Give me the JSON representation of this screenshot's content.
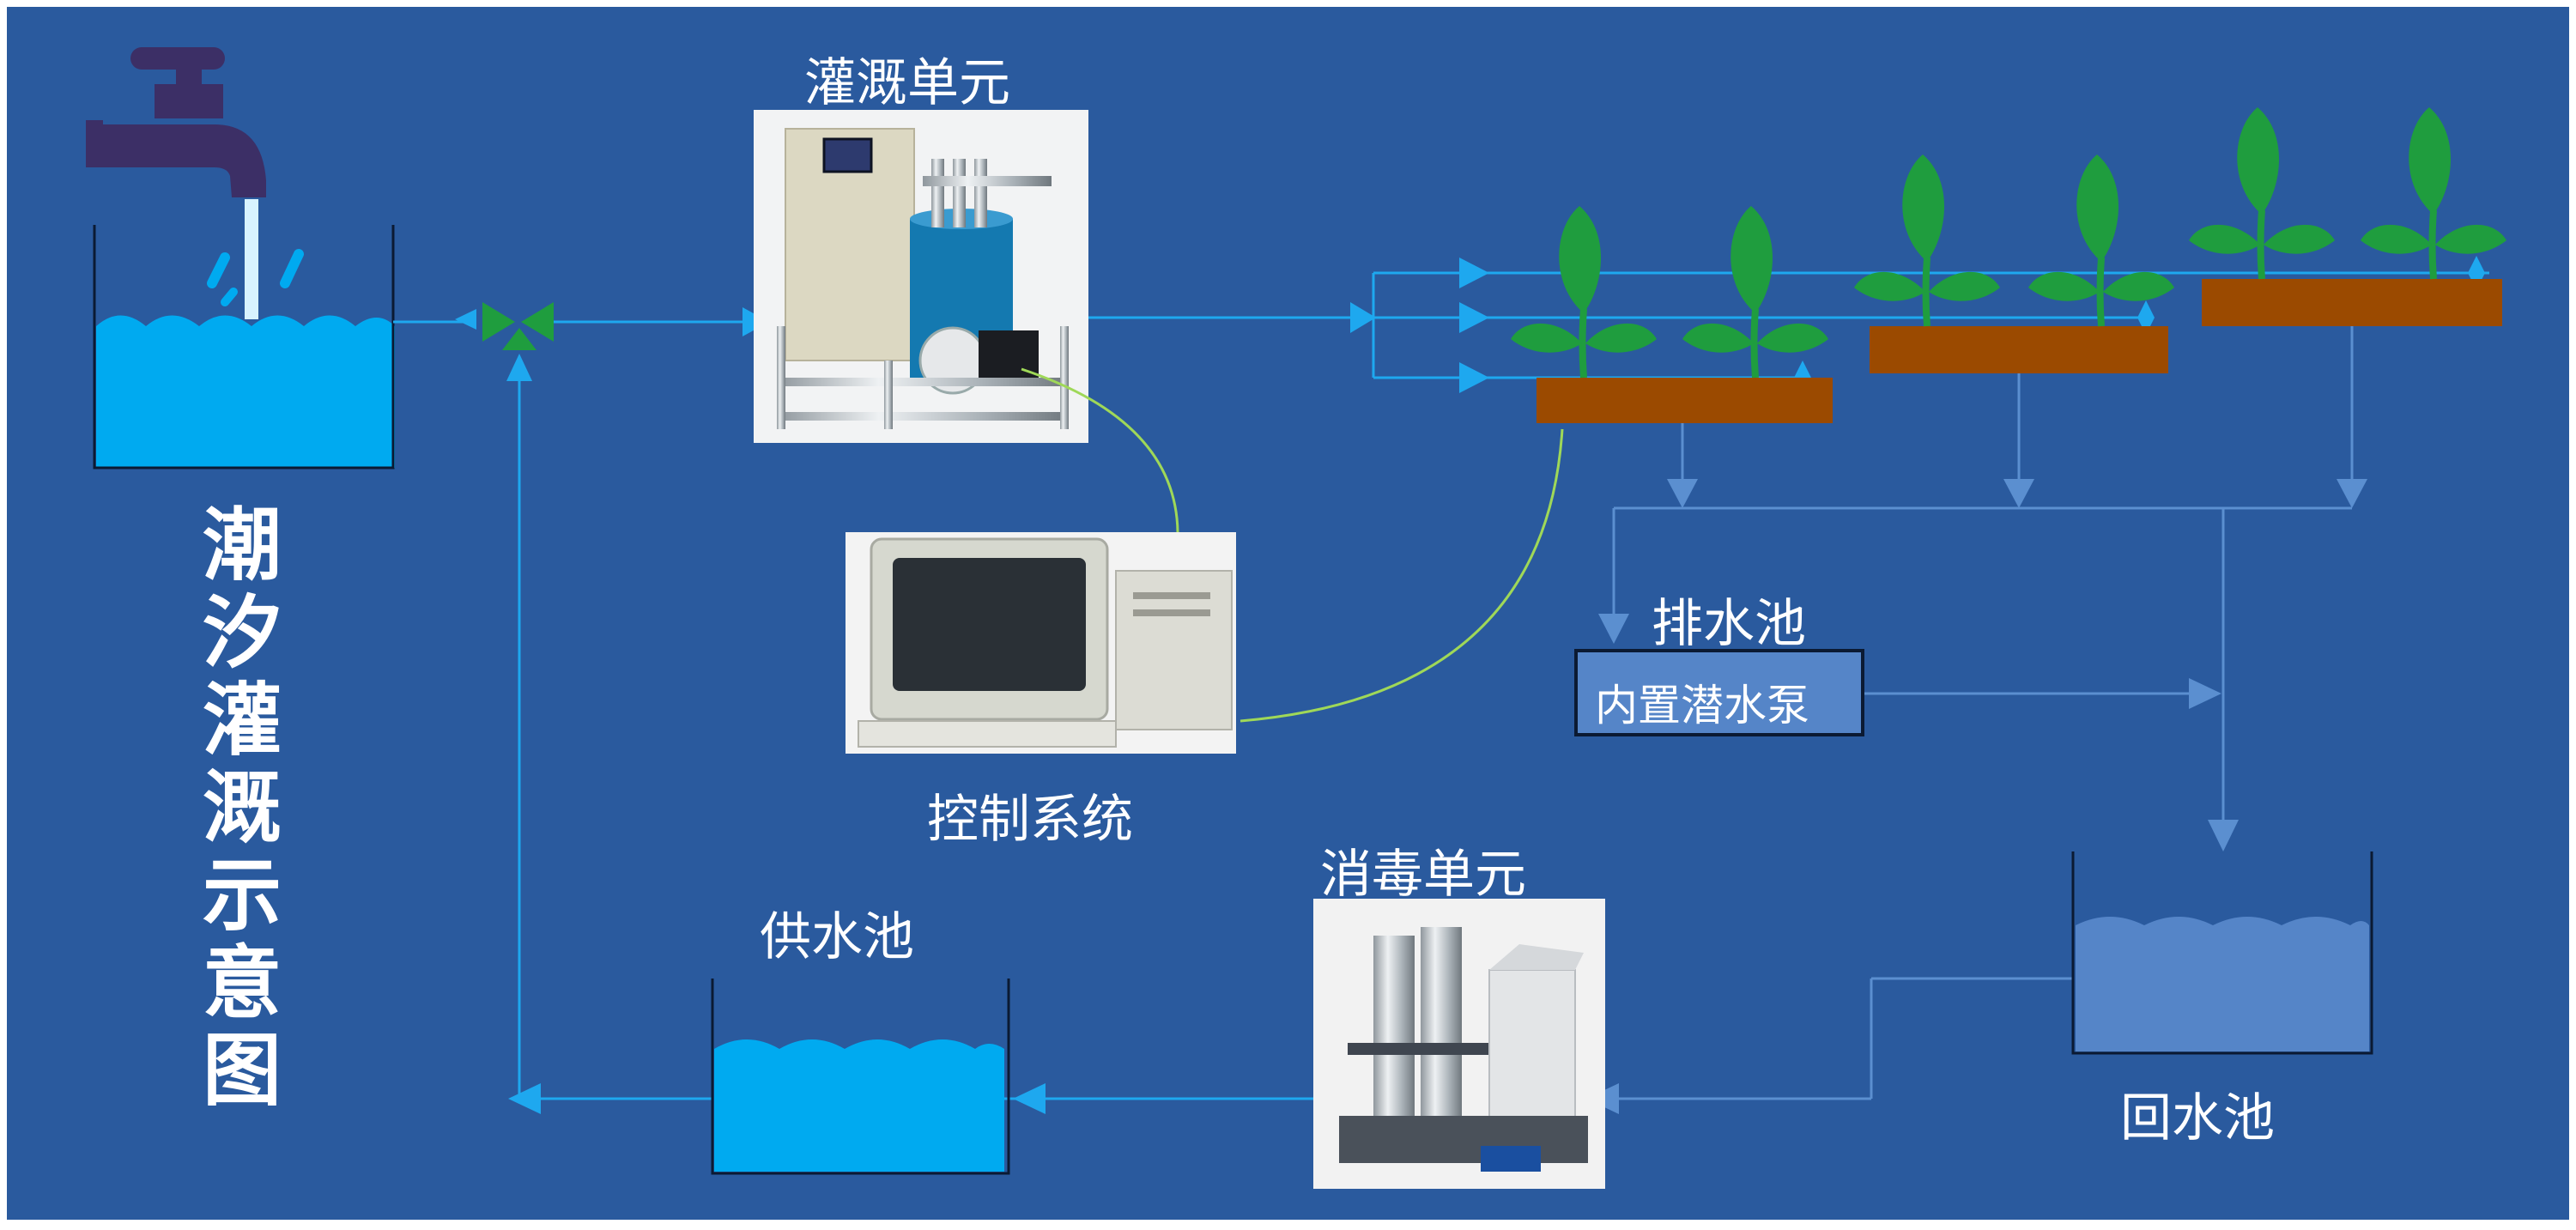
{
  "title": "潮汐灌溉示意图",
  "labels": {
    "irrigation_unit": "灌溉单元",
    "control_system": "控制系统",
    "drain_pool": "排水池",
    "submersible_pump": "内置潜水泵",
    "disinfection_unit": "消毒单元",
    "supply_pool": "供水池",
    "return_pool": "回水池"
  },
  "colors": {
    "background": "#2a5a9e",
    "flow_line": "#1ea8ef",
    "return_line": "#5b8fd0",
    "water_bright": "#00aaf0",
    "water_pale": "#5585c8",
    "soil": "#9b4a00",
    "leaf": "#1f9d3e",
    "signal_line": "#9fd858",
    "faucet": "#3c2f66"
  },
  "icons": [
    "faucet-icon",
    "valve-icon",
    "irrigation-machine-image",
    "computer-image",
    "disinfection-machine-image",
    "plant-icon"
  ]
}
